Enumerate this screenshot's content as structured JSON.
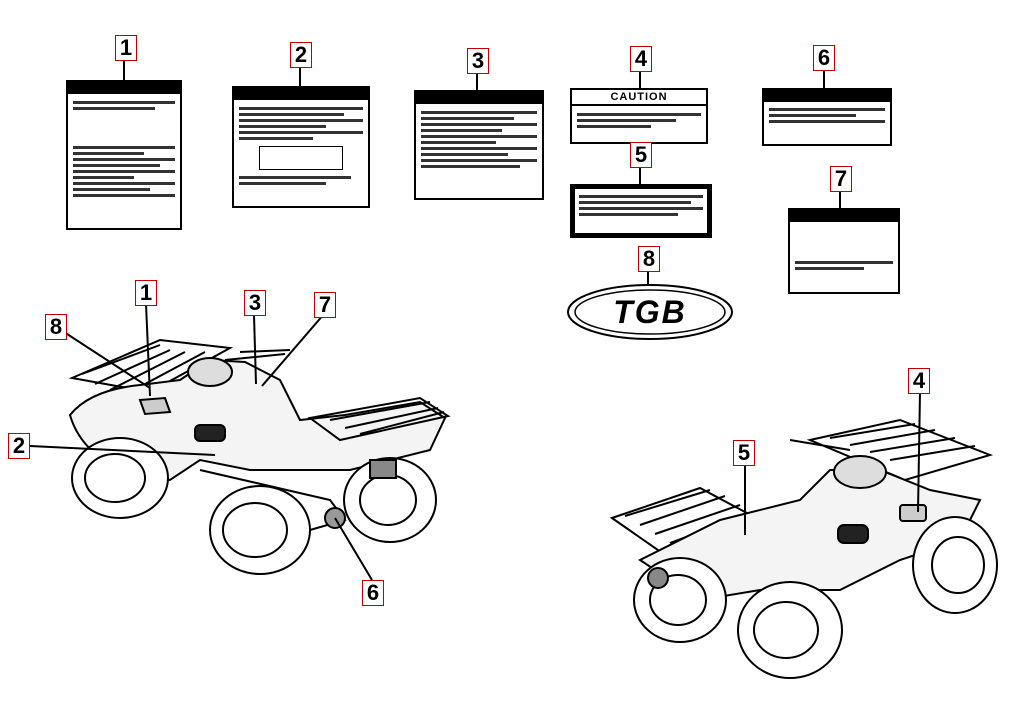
{
  "callouts": {
    "decal_1": "1",
    "decal_2": "2",
    "decal_3": "3",
    "decal_4": "4",
    "decal_5": "5",
    "decal_6": "6",
    "decal_7": "7",
    "decal_8": "8",
    "front_1": "1",
    "front_3": "3",
    "front_7": "7",
    "front_8": "8",
    "front_2": "2",
    "front_6": "6",
    "rear_4": "4",
    "rear_5": "5"
  },
  "decals": {
    "caution_heading": "CAUTION",
    "logo_text": "TGB"
  }
}
